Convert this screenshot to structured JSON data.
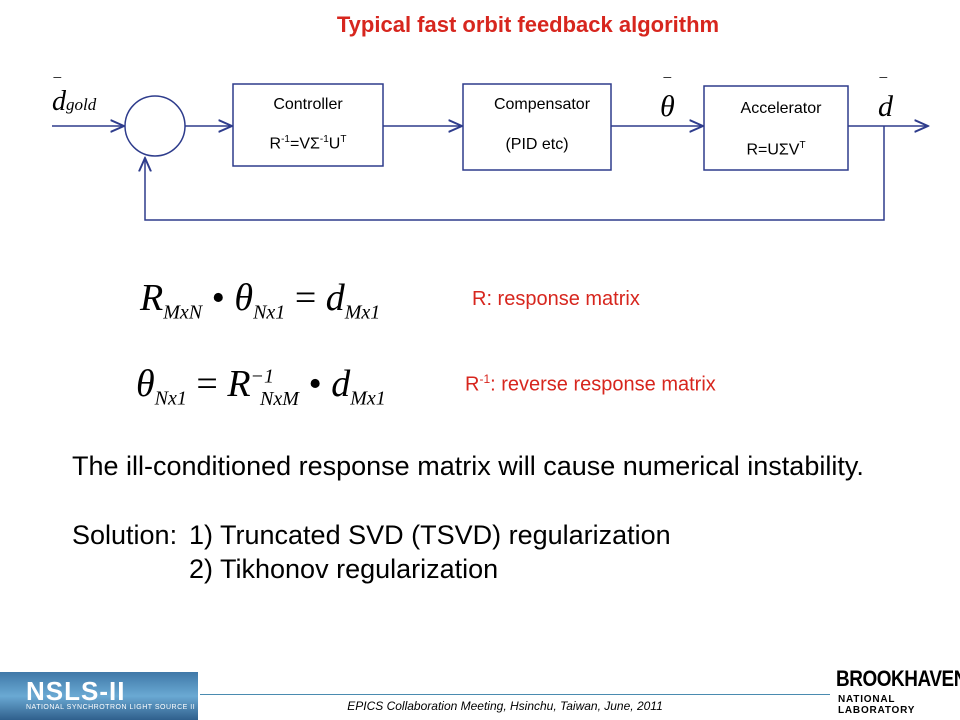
{
  "title": "Typical fast orbit feedback algorithm",
  "diagram": {
    "input_label_base": "d",
    "input_label_sub": "gold",
    "controller": {
      "name": "Controller",
      "eq_prefix": "R",
      "eq_sup1": "-1",
      "eq_mid": "=VΣ",
      "eq_sup2": "-1",
      "eq_u": "U",
      "eq_sup3": "T"
    },
    "compensator": {
      "name": "Compensator",
      "detail": "(PID etc)"
    },
    "theta_label": "θ",
    "accelerator": {
      "name": "Accelerator",
      "eq_main": "R=UΣV",
      "eq_sup": "T"
    },
    "output_label": "d"
  },
  "equations": {
    "eq1": "R_MxN • θ_Nx1 = d_Mx1",
    "eq2": "θ_Nx1 = R^-1_NxM • d_Mx1"
  },
  "labels": {
    "r_response": "R: response matrix",
    "r_inv_prefix": "R",
    "r_inv_sup": "-1",
    "r_inv_rest": ": reverse response matrix"
  },
  "body": {
    "line1": "The ill-conditioned response matrix will cause numerical instability.",
    "solution_label": "Solution:",
    "item1": "1) Truncated SVD (TSVD) regularization",
    "item2": "2) Tikhonov regularization"
  },
  "footer": "EPICS Collaboration Meeting, Hsinchu, Taiwan, June, 2011",
  "logos": {
    "nsls_main": "NSLS-II",
    "nsls_sub": "NATIONAL SYNCHROTRON LIGHT SOURCE II",
    "bnl_main": "BROOKHAVEN",
    "bnl_sub": "NATIONAL LABORATORY"
  },
  "colors": {
    "accent_red": "#d7261e",
    "line_blue": "#2e3c8c"
  }
}
